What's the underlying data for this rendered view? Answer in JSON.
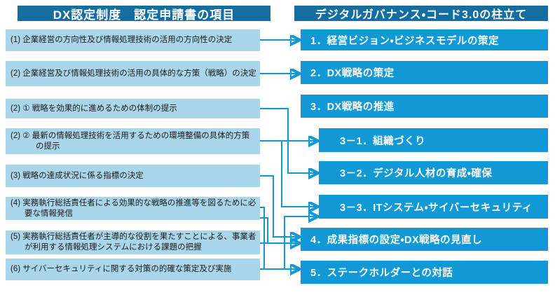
{
  "left_panel": {
    "header": "DX認定制度　認定申請書の項目",
    "items": [
      {
        "id": "(1)",
        "label": "(1) 企業経営の方向性及び情報処理技術の活用の方向性の決定"
      },
      {
        "id": "(2)",
        "label": "(2) 企業経営及び情報処理技術の活用の具体的な方策（戦略）の決定"
      },
      {
        "id": "(2)①",
        "label": "(2) ① 戦略を効果的に進めるための体制の提示"
      },
      {
        "id": "(2)②",
        "label": "(2) ② 最新の情報処理技術を活用するための環境整備の具体的方策の提示"
      },
      {
        "id": "(3)",
        "label": "(3) 戦略の達成状況に係る指標の決定"
      },
      {
        "id": "(4)",
        "label": "(4) 実務執行総括責任者による効果的な戦略の推進等を図るために必要な情報発信"
      },
      {
        "id": "(5)",
        "label": "(5) 実務執行総括責任者が主導的な役割を果たすことによる、事業者が利用する情報処理システムにおける課題の把握"
      },
      {
        "id": "(6)",
        "label": "(6) サイバーセキュリティに関する対策の的確な策定及び実施"
      }
    ]
  },
  "right_panel": {
    "header": "デジタルガバナンス・コード3.0の柱立て",
    "items": [
      {
        "id": "1",
        "level": "main",
        "label": "1．経営ビジョン・ビジネスモデルの策定"
      },
      {
        "id": "2",
        "level": "main",
        "label": "2．DX戦略の策定"
      },
      {
        "id": "3",
        "level": "main",
        "label": "3．DX戦略の推進"
      },
      {
        "id": "3-1",
        "level": "sub",
        "label": "3－1．組織づくり"
      },
      {
        "id": "3-2",
        "level": "sub",
        "label": "3－2．デジタル人材の育成・確保"
      },
      {
        "id": "3-3",
        "level": "sub",
        "label": "3－3．ITシステム・サイバーセキュリティ"
      },
      {
        "id": "4",
        "level": "main",
        "label": "4．成果指標の設定・DX戦略の見直し"
      },
      {
        "id": "5",
        "level": "main",
        "label": "5．ステークホルダーとの対話"
      }
    ]
  },
  "connections": [
    {
      "from": "(1)",
      "to": "1"
    },
    {
      "from": "(2)",
      "to": "2"
    },
    {
      "from": "(2)①",
      "to": "3-2"
    },
    {
      "from": "(2)②",
      "to": "3-1"
    },
    {
      "from": "(2)②",
      "to": "3-3"
    },
    {
      "from": "(3)",
      "to": "4"
    },
    {
      "from": "(4)",
      "to": "5"
    },
    {
      "from": "(5)",
      "to": "4"
    },
    {
      "from": "(6)",
      "to": "3-3"
    },
    {
      "from": "(6)",
      "to": "5"
    }
  ],
  "colors": {
    "header_bg": "#156e9e",
    "left_box_bg": "#a9d6ea",
    "right_box_bg": "#1099d4",
    "connector": "#1099d4",
    "left_text": "#1a1a1a",
    "header_text": "#ffffff"
  }
}
